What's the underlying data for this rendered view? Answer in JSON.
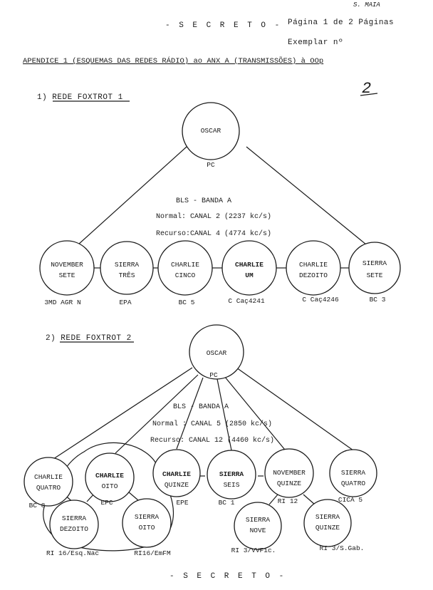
{
  "header": {
    "secret_top": "- S E C R E T O -",
    "page_info": "Página 1 de 2 Páginas",
    "copy": "Exemplar nº",
    "handwritten_name": "S. MAIA",
    "handwritten_number": "2",
    "title": "APENDICE 1 (ESQUEMAS DAS REDES RÁDIO) ao ANX A (TRANSMISSÕES) à OOp"
  },
  "net1": {
    "title": "1) REDE FOXTROT 1",
    "center": {
      "line1": "OSCAR",
      "sub": "PC"
    },
    "band": "BLS - BANDA A",
    "normal": "Normal: CANAL 2 (2237 kc/s)",
    "backup": "Recurso:CANAL 4 (4774 kc/s)",
    "nodes": [
      {
        "line1": "NOVEMBER",
        "line2": "SETE",
        "sub": "3MD AGR N"
      },
      {
        "line1": "SIERRA",
        "line2": "TRÊS",
        "sub": "EPA"
      },
      {
        "line1": "CHARLIE",
        "line2": "CINCO",
        "sub": "BC 5"
      },
      {
        "line1": "CHARLIE",
        "line2": "UM",
        "sub": "C Caç4241"
      },
      {
        "line1": "CHARLIE",
        "line2": "DEZOITO",
        "sub": "C Caç4246"
      },
      {
        "line1": "SIERRA",
        "line2": "SETE",
        "sub": "BC 3"
      }
    ]
  },
  "net2": {
    "title": "2) REDE FOXTROT 2",
    "center": {
      "line1": "OSCAR",
      "sub": "PC"
    },
    "band": "BLS - BANDA A",
    "normal": "Normal : CANAL 5  (2850 kc/s)",
    "backup": "Recurso: CANAL 12 (4460 kc/s)",
    "nodes": [
      {
        "line1": "CHARLIE",
        "line2": "QUATRO",
        "sub": "BC 8"
      },
      {
        "line1": "CHARLIE",
        "line2": "OITO",
        "sub": "EPC"
      },
      {
        "line1": "CHARLIE",
        "line2": "QUINZE",
        "sub": "EPE"
      },
      {
        "line1": "SIERRA",
        "line2": "SEIS",
        "sub": "BC 1"
      },
      {
        "line1": "NOVEMBER",
        "line2": "QUINZE",
        "sub": "RI 12"
      },
      {
        "line1": "SIERRA",
        "line2": "QUATRO",
        "sub": "CICA 5"
      },
      {
        "line1": "SIERRA",
        "line2": "DEZOITO",
        "sub": "RI 16/Esq.Nac"
      },
      {
        "line1": "SIERRA",
        "line2": "OITO",
        "sub": "RI16/EmFM"
      },
      {
        "line1": "SIERRA",
        "line2": "NOVE",
        "sub": "RI 3/VVFic."
      },
      {
        "line1": "SIERRA",
        "line2": "QUINZE",
        "sub": "RI 3/S.Gab."
      }
    ]
  },
  "footer": {
    "secret_bottom": "- S E C R E T O -"
  }
}
